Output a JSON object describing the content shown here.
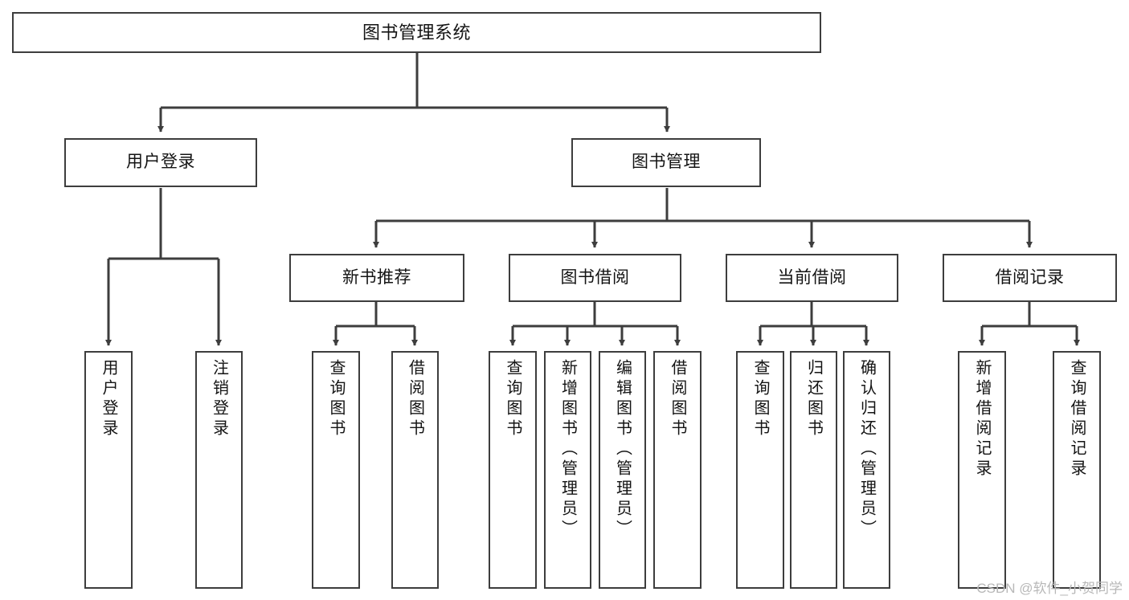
{
  "diagram": {
    "type": "tree",
    "title": "图书管理系统",
    "watermark": "CSDN @软件_小贺同学",
    "colors": {
      "box_border": "#3d3d3d",
      "box_fill": "#ffffff",
      "connector": "#3d3d3d",
      "text": "#141414",
      "watermark": "#b8b8b8",
      "background": "#ffffff"
    },
    "root": {
      "id": "root",
      "label": "图书管理系统"
    },
    "level1": [
      {
        "id": "user-login",
        "label": "用户登录"
      },
      {
        "id": "book-management",
        "label": "图书管理"
      }
    ],
    "level2": [
      {
        "id": "new-book-recommend",
        "label": "新书推荐",
        "parent": "book-management"
      },
      {
        "id": "book-borrow",
        "label": "图书借阅",
        "parent": "book-management"
      },
      {
        "id": "current-borrow",
        "label": "当前借阅",
        "parent": "book-management"
      },
      {
        "id": "borrow-record",
        "label": "借阅记录",
        "parent": "book-management"
      }
    ],
    "leaves": {
      "user-login": [
        {
          "id": "leaf-user-login",
          "label": "用户登录"
        },
        {
          "id": "leaf-user-logout",
          "label": "注销登录"
        }
      ],
      "new-book-recommend": [
        {
          "id": "leaf-query-book-1",
          "label": "查询图书"
        },
        {
          "id": "leaf-borrow-book-1",
          "label": "借阅图书"
        }
      ],
      "book-borrow": [
        {
          "id": "leaf-query-book-2",
          "label": "查询图书"
        },
        {
          "id": "leaf-add-book",
          "label": "新增图书（管理员）"
        },
        {
          "id": "leaf-edit-book",
          "label": "编辑图书（管理员）"
        },
        {
          "id": "leaf-borrow-book-2",
          "label": "借阅图书"
        }
      ],
      "current-borrow": [
        {
          "id": "leaf-query-book-3",
          "label": "查询图书"
        },
        {
          "id": "leaf-return-book",
          "label": "归还图书"
        },
        {
          "id": "leaf-confirm-return",
          "label": "确认归还（管理员）"
        }
      ],
      "borrow-record": [
        {
          "id": "leaf-add-record",
          "label": "新增借阅记录"
        },
        {
          "id": "leaf-query-record",
          "label": "查询借阅记录"
        }
      ]
    }
  }
}
